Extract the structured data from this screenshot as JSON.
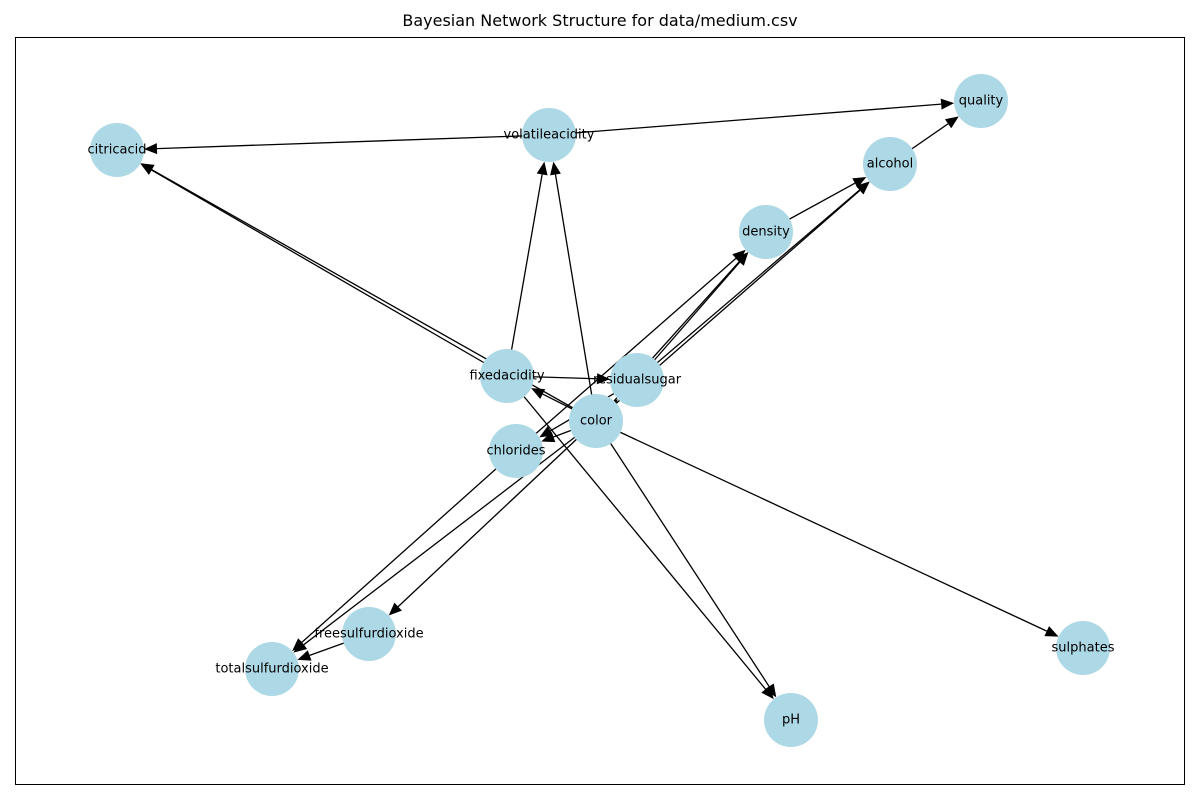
{
  "title": "Bayesian Network Structure for data/medium.csv",
  "style": {
    "node_color": "#add8e6",
    "edge_color": "#000000",
    "background": "#ffffff"
  },
  "nodes": [
    {
      "id": "quality",
      "label": "quality"
    },
    {
      "id": "volatileacidity",
      "label": "volatileacidity"
    },
    {
      "id": "citricacid",
      "label": "citricacid"
    },
    {
      "id": "alcohol",
      "label": "alcohol"
    },
    {
      "id": "density",
      "label": "density"
    },
    {
      "id": "fixedacidity",
      "label": "fixedacidity"
    },
    {
      "id": "residualsugar",
      "label": "residualsugar"
    },
    {
      "id": "color",
      "label": "color"
    },
    {
      "id": "chlorides",
      "label": "chlorides"
    },
    {
      "id": "freesulfurdioxide",
      "label": "freesulfurdioxide"
    },
    {
      "id": "totalsulfurdioxide",
      "label": "totalsulfurdioxide"
    },
    {
      "id": "sulphates",
      "label": "sulphates"
    },
    {
      "id": "pH",
      "label": "pH"
    }
  ],
  "edges": [
    {
      "from": "volatileacidity",
      "to": "quality"
    },
    {
      "from": "volatileacidity",
      "to": "citricacid"
    },
    {
      "from": "alcohol",
      "to": "quality"
    },
    {
      "from": "density",
      "to": "alcohol"
    },
    {
      "from": "fixedacidity",
      "to": "citricacid"
    },
    {
      "from": "fixedacidity",
      "to": "volatileacidity"
    },
    {
      "from": "fixedacidity",
      "to": "residualsugar"
    },
    {
      "from": "fixedacidity",
      "to": "pH"
    },
    {
      "from": "residualsugar",
      "to": "density"
    },
    {
      "from": "residualsugar",
      "to": "alcohol"
    },
    {
      "from": "residualsugar",
      "to": "chlorides"
    },
    {
      "from": "color",
      "to": "citricacid"
    },
    {
      "from": "color",
      "to": "volatileacidity"
    },
    {
      "from": "color",
      "to": "fixedacidity"
    },
    {
      "from": "color",
      "to": "residualsugar"
    },
    {
      "from": "color",
      "to": "density"
    },
    {
      "from": "color",
      "to": "alcohol"
    },
    {
      "from": "color",
      "to": "chlorides"
    },
    {
      "from": "color",
      "to": "freesulfurdioxide"
    },
    {
      "from": "color",
      "to": "totalsulfurdioxide"
    },
    {
      "from": "color",
      "to": "sulphates"
    },
    {
      "from": "color",
      "to": "pH"
    },
    {
      "from": "chlorides",
      "to": "density"
    },
    {
      "from": "chlorides",
      "to": "totalsulfurdioxide"
    },
    {
      "from": "freesulfurdioxide",
      "to": "totalsulfurdioxide"
    }
  ]
}
